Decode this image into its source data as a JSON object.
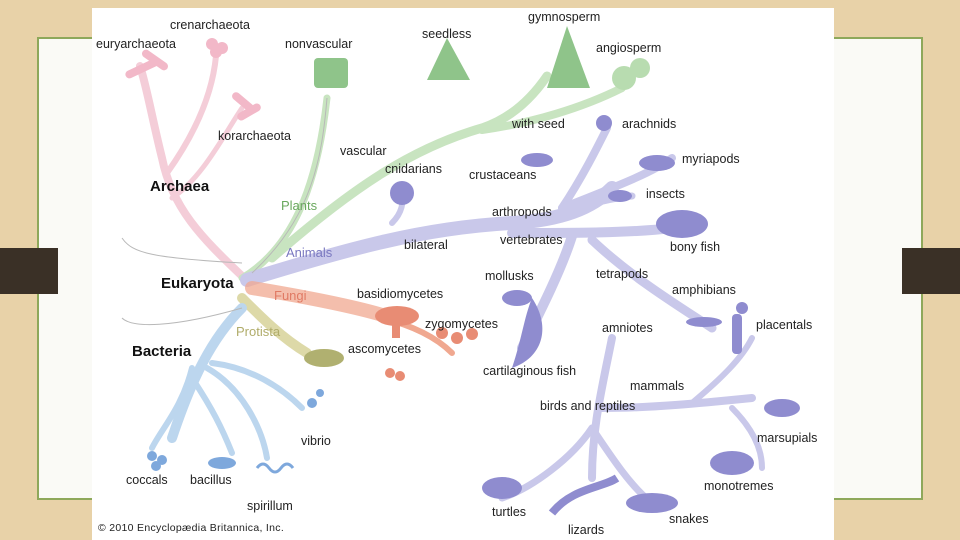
{
  "colors": {
    "background": "#e8d2a8",
    "frame": "#8ea85a",
    "archaea": "#f4cdd8",
    "plants": "#c8e4c0",
    "animals": "#c9c8ea",
    "fungi": "#f0a890",
    "protista": "#ddd9a8",
    "bacteria": "#bcd6ee"
  },
  "groups": {
    "archaea": "Archaea",
    "eukaryota": "Eukaryota",
    "bacteria": "Bacteria"
  },
  "kingdoms": {
    "plants": "Plants",
    "animals": "Animals",
    "fungi": "Fungi",
    "protista": "Protista"
  },
  "labels": {
    "crenarchaeota": "crenarchaeota",
    "euryarchaeota": "euryarchaeota",
    "korarchaeota": "korarchaeota",
    "nonvascular": "nonvascular",
    "seedless": "seedless",
    "gymnosperm": "gymnosperm",
    "angiosperm": "angiosperm",
    "with_seed": "with seed",
    "arachnids": "arachnids",
    "vascular": "vascular",
    "cnidarians": "cnidarians",
    "crustaceans": "crustaceans",
    "myriapods": "myriapods",
    "insects": "insects",
    "arthropods": "arthropods",
    "bilateral": "bilateral",
    "vertebrates": "vertebrates",
    "bony_fish": "bony fish",
    "mollusks": "mollusks",
    "tetrapods": "tetrapods",
    "basidiomycetes": "basidiomycetes",
    "amphibians": "amphibians",
    "zygomycetes": "zygomycetes",
    "amniotes": "amniotes",
    "placentals": "placentals",
    "ascomycetes": "ascomycetes",
    "cartilaginous_fish": "cartilaginous fish",
    "mammals": "mammals",
    "birds_and_reptiles": "birds and reptiles",
    "vibrio": "vibrio",
    "marsupials": "marsupials",
    "coccals": "coccals",
    "bacillus": "bacillus",
    "monotremes": "monotremes",
    "spirillum": "spirillum",
    "turtles": "turtles",
    "snakes": "snakes",
    "lizards": "lizards"
  },
  "copyright": "© 2010 Encyclopædia Britannica, Inc."
}
